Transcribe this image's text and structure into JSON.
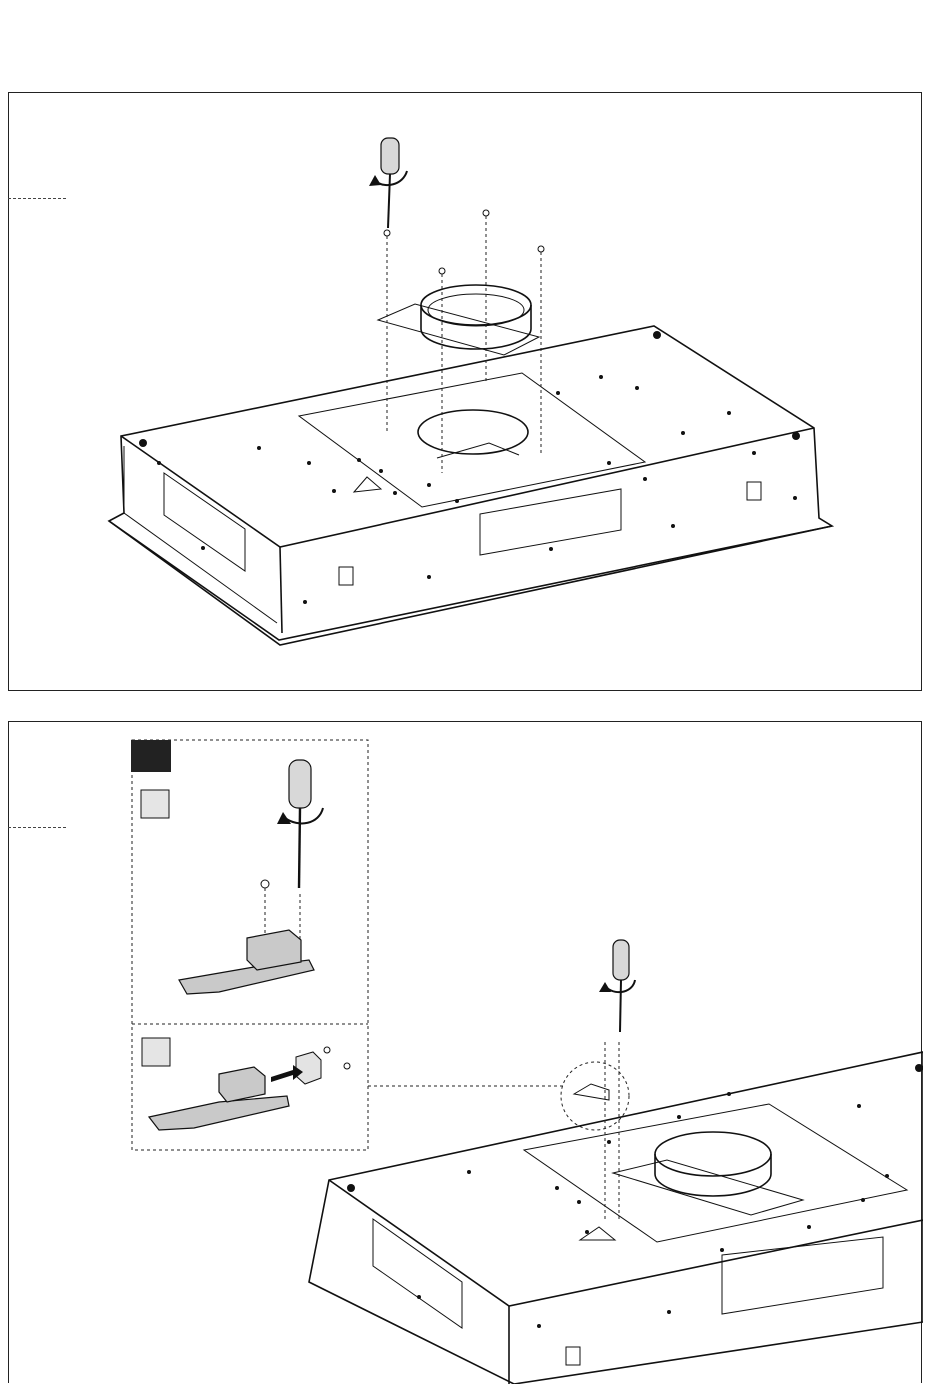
{
  "page": {
    "background": "#ffffff",
    "line_color": "#111111"
  },
  "figures": [
    {
      "id": "top",
      "description_icon": "hood-duct-collar-install"
    },
    {
      "id": "bottom",
      "description_icon": "hood-bracket-install"
    }
  ],
  "callouts": {
    "step_marker_dark": "#222222",
    "step_marker_light": "#e5e5e5"
  }
}
